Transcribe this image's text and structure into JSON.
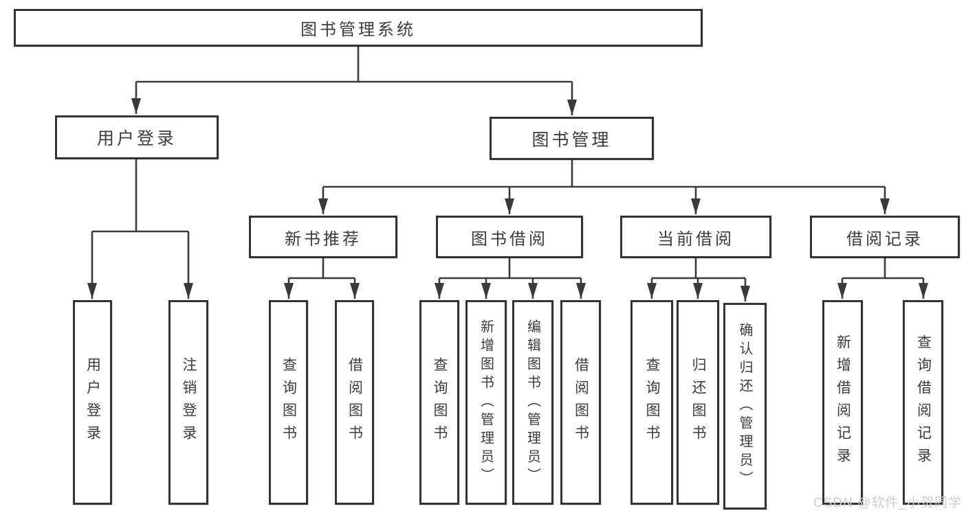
{
  "diagram": {
    "title": "图书管理系统",
    "level2": {
      "user_login": "用户登录",
      "book_mgmt": "图书管理"
    },
    "level3": {
      "new_book": "新书推荐",
      "book_borrow": "图书借阅",
      "current_borrow": "当前借阅",
      "borrow_record": "借阅记录"
    },
    "leaves": {
      "user_login": [
        "用户登录",
        "注销登录"
      ],
      "new_book": [
        "查询图书",
        "借阅图书"
      ],
      "book_borrow": [
        "查询图书",
        "新增图书（管理员）",
        "编辑图书（管理员）",
        "借阅图书"
      ],
      "current_borrow": [
        "查询图书",
        "归还图书",
        "确认归还（管理员）"
      ],
      "borrow_record": [
        "新增借阅记录",
        "查询借阅记录"
      ]
    },
    "colors": {
      "line": "#3a3a3a",
      "border": "#333333",
      "text": "#3c3c3c",
      "watermark": "#cbcfd6"
    },
    "watermark": "CSDN @软件_小贺同学"
  }
}
